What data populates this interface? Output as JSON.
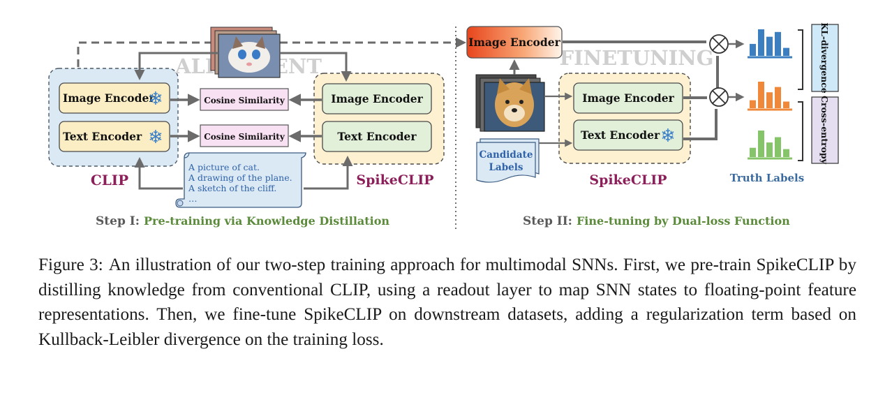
{
  "step1": {
    "alignment_watermark": "ALIGNMENT",
    "clip_label": "CLIP",
    "spikeclip_label": "SpikeCLIP",
    "clip_image_encoder": "Image Encoder",
    "clip_text_encoder": "Text Encoder",
    "spike_image_encoder": "Image Encoder",
    "spike_text_encoder": "Text Encoder",
    "cosine_1": "Cosine Similarity",
    "cosine_2": "Cosine Similarity",
    "captions": [
      "A picture of cat.",
      "A drawing of the plane.",
      "A sketch of the cliff.",
      "…"
    ],
    "step_prefix": "Step I:",
    "step_title": "Pre-training via Knowledge Distillation"
  },
  "step2": {
    "finetuning_watermark": "FINETUNING",
    "teacher_image_encoder": "Image Encoder",
    "image_encoder": "Image Encoder",
    "text_encoder": "Text Encoder",
    "candidate_labels": [
      "Candidate",
      "Labels"
    ],
    "spikeclip_label": "SpikeCLIP",
    "kl_label": "KL-divergence",
    "ce_label": "Cross-entropy",
    "truth_labels": "Truth Labels",
    "step_prefix": "Step II:",
    "step_title": "Fine-tuning by Dual-loss Function"
  },
  "caption": {
    "label": "Figure 3:",
    "text": "An illustration of our two-step training approach for multimodal SNNs. First, we pre-train SpikeCLIP by distilling knowledge from conventional CLIP, using a readout layer to map SNN states to floating-point feature representations. Then, we fine-tune SpikeCLIP on downstream datasets, adding a regularization term based on Kullback-Leibler divergence on the training loss."
  },
  "colors": {
    "clip_box": "#dbe9f5",
    "spike_box": "#fdf1d2",
    "encoder_yellow": "#fbeec4",
    "encoder_green": "#e2f0da",
    "cosine_pink": "#f9e1f4",
    "accent_purple": "#8c1f5a",
    "accent_green": "#5a8a3a",
    "arrow_gray": "#6b6b6b",
    "bar_blue": "#3b7fc1",
    "bar_orange": "#f0883a",
    "bar_green": "#86c46a"
  },
  "bars": {
    "blue": [
      0.45,
      1.0,
      0.72,
      0.9,
      0.3
    ],
    "orange": [
      0.3,
      1.0,
      0.6,
      0.8,
      0.25
    ],
    "green": [
      0.35,
      1.0,
      0.55,
      0.75,
      0.3
    ]
  }
}
